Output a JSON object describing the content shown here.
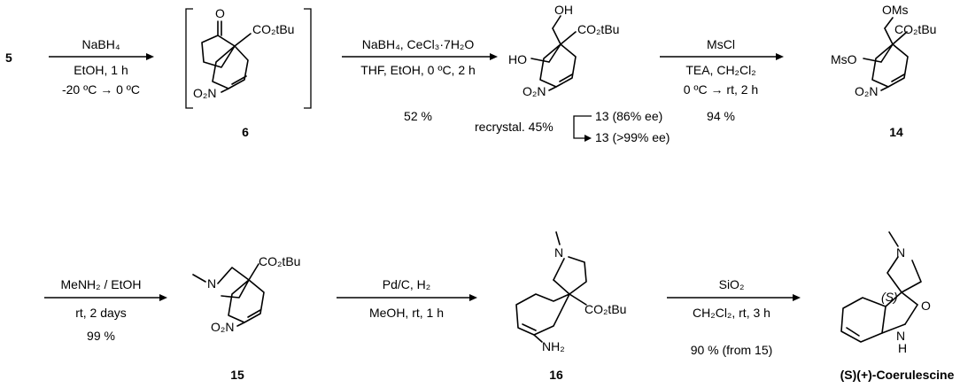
{
  "compounds": {
    "start": "5",
    "c6": "6",
    "c13": "13",
    "c14": "14",
    "c15": "15",
    "c16": "16",
    "product": "(S)(+)-Coerulescine"
  },
  "structure_labels": {
    "co2tbu": "CO₂tBu",
    "no2": "O₂N",
    "nh2": "NH₂",
    "oh": "OH",
    "ho": "HO",
    "oms": "OMs",
    "mso": "MsO",
    "o": "O",
    "n": "N",
    "nh": "N",
    "h": "H",
    "stereo": "(S)"
  },
  "steps": [
    {
      "reagent": "NaBH₄",
      "conditions": [
        "EtOH, 1 h",
        "-20 ºC → 0 ºC"
      ],
      "yield": ""
    },
    {
      "reagent": "NaBH₄, CeCl₃·7H₂O",
      "conditions": [
        "THF, EtOH, 0 ºC, 2 h"
      ],
      "yield": "52 %"
    },
    {
      "reagent": "MsCl",
      "conditions": [
        "TEA, CH₂Cl₂",
        "0 ºC → rt, 2 h"
      ],
      "yield": "94 %"
    },
    {
      "reagent": "MeNH₂ / EtOH",
      "conditions": [
        "rt, 2 days"
      ],
      "yield": "99 %"
    },
    {
      "reagent": "Pd/C, H₂",
      "conditions": [
        "MeOH, rt, 1 h"
      ],
      "yield": ""
    },
    {
      "reagent": "SiO₂",
      "conditions": [
        "CH₂Cl₂, rt, 3 h"
      ],
      "yield": "90 % (from 15)"
    }
  ],
  "recrystallization": {
    "label": "recrystal. 45%",
    "before": "13 (86% ee)",
    "after": "13 (>99% ee)"
  }
}
